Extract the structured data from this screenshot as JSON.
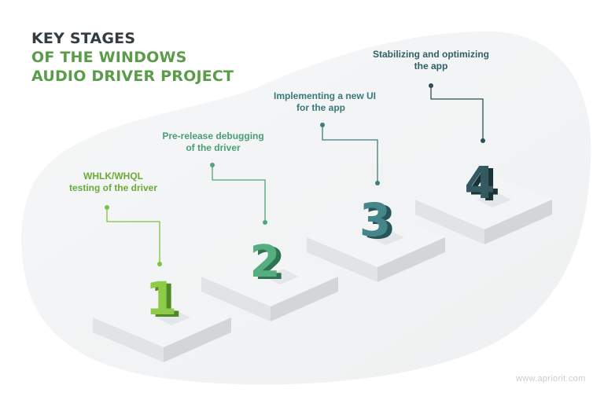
{
  "title": {
    "line1": "KEY STAGES",
    "line2": "OF THE WINDOWS",
    "line3": "AUDIO DRIVER PROJECT"
  },
  "colors": {
    "dark_text": "#353c41",
    "green": "#5a9c49",
    "stage1": "#7cc242",
    "stage2": "#4fa67a",
    "stage3": "#3f7d80",
    "stage4": "#2c4f56"
  },
  "stages": [
    {
      "number": "1",
      "line1": "WHLK/WHQL",
      "line2": "testing of the driver"
    },
    {
      "number": "2",
      "line1": "Pre-release debugging",
      "line2": "of the driver"
    },
    {
      "number": "3",
      "line1": "Implementing a new UI",
      "line2": "for the app"
    },
    {
      "number": "4",
      "line1": "Stabilizing and optimizing",
      "line2": "the app"
    }
  ],
  "brand": "www.apriorit.com"
}
